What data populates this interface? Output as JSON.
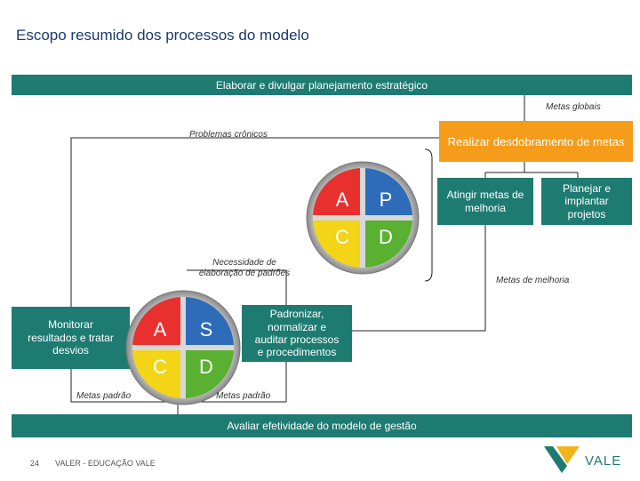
{
  "title": "Escopo resumido dos processos do modelo",
  "top_bar": "Elaborar e divulgar planejamento estratégico",
  "bottom_bar": "Avaliar efetividade do modelo de gestão",
  "labels": {
    "metas_globais": "Metas globais",
    "problemas_cronicos": "Problemas crônicos",
    "necessidade_line1": "Necessidade de",
    "necessidade_line2": "elaboração de padrões",
    "metas_melhoria": "Metas de melhoria",
    "metas_padrao_left": "Metas padrão",
    "metas_padrao_right": "Metas padrão"
  },
  "boxes": {
    "desdobramento": "Realizar desdobramento de metas",
    "atingir_line1": "Atingir metas de",
    "atingir_line2": "melhoria",
    "planejar_line1": "Planejar e",
    "planejar_line2": "implantar",
    "planejar_line3": "projetos",
    "monitorar_line1": "Monitorar",
    "monitorar_line2": "resultados e tratar",
    "monitorar_line3": "desvios",
    "padronizar_line1": "Padronizar,",
    "padronizar_line2": "normalizar e",
    "padronizar_line3": "auditar processos",
    "padronizar_line4": "e procedimentos"
  },
  "pdca": {
    "a": "A",
    "p": "P",
    "c": "C",
    "d": "D"
  },
  "sdca": {
    "a": "A",
    "s": "S",
    "c": "C",
    "d": "D"
  },
  "footer": {
    "page": "24",
    "text": "VALER - EDUCAÇÃO VALE",
    "logo_text": "VALE"
  },
  "colors": {
    "teal": "#1e7b72",
    "orange": "#f59c1a",
    "red": "#e8312f",
    "blue": "#2e6bb8",
    "yellow": "#f3d417",
    "green": "#5ab031"
  }
}
